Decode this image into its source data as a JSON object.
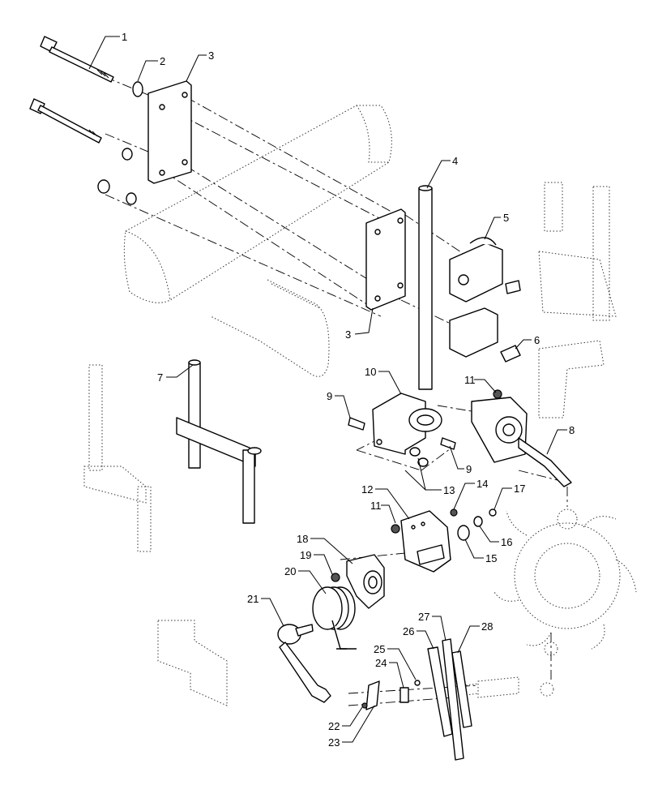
{
  "diagram": {
    "callouts": [
      "1",
      "2",
      "3",
      "3",
      "4",
      "5",
      "6",
      "7",
      "8",
      "9",
      "9",
      "10",
      "11",
      "11",
      "12",
      "13",
      "14",
      "15",
      "16",
      "17",
      "18",
      "19",
      "20",
      "21",
      "22",
      "23",
      "24",
      "25",
      "26",
      "27",
      "28"
    ]
  }
}
